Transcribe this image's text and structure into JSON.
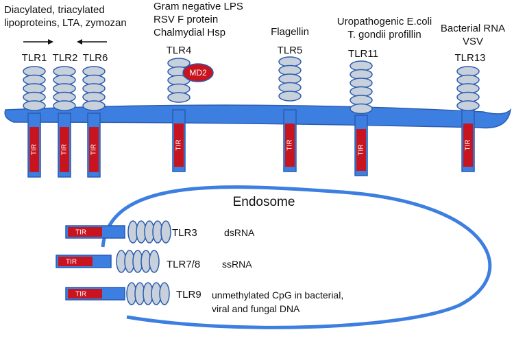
{
  "ligands": {
    "tlr1_2_6": [
      "Diacylated, triacylated",
      "lipoproteins, LTA, zymozan"
    ],
    "tlr4": [
      "Gram negative LPS",
      "RSV F protein",
      "Chalmydial Hsp"
    ],
    "tlr5": [
      "Flagellin"
    ],
    "tlr11": [
      "Uropathogenic E.coli",
      "T. gondii profillin"
    ],
    "tlr13": [
      "Bacterial RNA",
      "VSV"
    ]
  },
  "receptors": {
    "tlr1": "TLR1",
    "tlr2": "TLR2",
    "tlr6": "TLR6",
    "tlr4": "TLR4",
    "md2": "MD2",
    "tlr5": "TLR5",
    "tlr11": "TLR11",
    "tlr13": "TLR13"
  },
  "tir_label": "TIR",
  "endosome": {
    "title": "Endosome",
    "receptors": [
      {
        "name": "TLR3",
        "ligand_lines": [
          "dsRNA"
        ]
      },
      {
        "name": "TLR7/8",
        "ligand_lines": [
          "ssRNA"
        ]
      },
      {
        "name": "TLR9",
        "ligand_lines": [
          "unmethylated CpG in bacterial,",
          "viral and fungal DNA"
        ]
      }
    ]
  },
  "colors": {
    "membrane_blue": "#3d7fe0",
    "outline_blue": "#2a5cb0",
    "tir_red": "#c8141e",
    "domain_gray": "#c8d0dc",
    "md2_red": "#c8141e"
  }
}
